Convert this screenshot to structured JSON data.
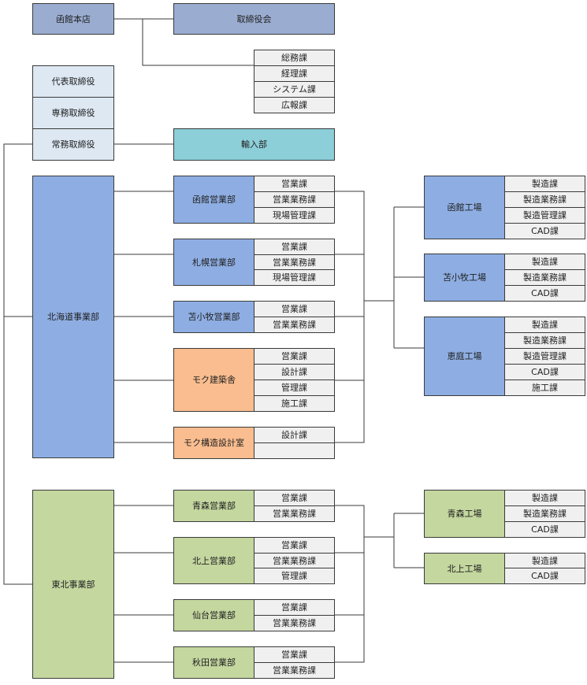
{
  "top": {
    "head_office": "函館本店",
    "board": "取締役会",
    "board_sections": [
      "総務課",
      "経理課",
      "システム課",
      "広報課"
    ]
  },
  "executives": [
    "代表取締役",
    "専務取締役",
    "常務取締役"
  ],
  "import_dept": "輸入部",
  "hokkaido": {
    "name": "北海道事業部",
    "offices": [
      {
        "name": "函館営業部",
        "sections": [
          "営業課",
          "営業業務課",
          "現場管理課"
        ]
      },
      {
        "name": "札幌営業部",
        "sections": [
          "営業課",
          "営業業務課",
          "現場管理課"
        ]
      },
      {
        "name": "苫小牧営業部",
        "sections": [
          "営業課",
          "営業業務課"
        ]
      },
      {
        "name": "モク建築舎",
        "sections": [
          "営業課",
          "設計課",
          "管理課",
          "施工課"
        ]
      },
      {
        "name": "モク構造設計室",
        "sections": [
          "設計課",
          ""
        ]
      }
    ],
    "factories": [
      {
        "name": "函館工場",
        "sections": [
          "製造課",
          "製造業務課",
          "製造管理課",
          "CAD課"
        ]
      },
      {
        "name": "苫小牧工場",
        "sections": [
          "製造課",
          "製造業務課",
          "CAD課"
        ]
      },
      {
        "name": "恵庭工場",
        "sections": [
          "製造課",
          "製造業務課",
          "製造管理課",
          "CAD課",
          "施工課"
        ]
      }
    ]
  },
  "tohoku": {
    "name": "東北事業部",
    "offices": [
      {
        "name": "青森営業部",
        "sections": [
          "営業課",
          "営業業務課"
        ]
      },
      {
        "name": "北上営業部",
        "sections": [
          "営業課",
          "営業業務課",
          "管理課"
        ]
      },
      {
        "name": "仙台営業部",
        "sections": [
          "営業課",
          "営業業務課"
        ]
      },
      {
        "name": "秋田営業部",
        "sections": [
          "営業課",
          "営業業務課"
        ]
      }
    ],
    "factories": [
      {
        "name": "青森工場",
        "sections": [
          "製造課",
          "製造業務課",
          "CAD課"
        ]
      },
      {
        "name": "北上工場",
        "sections": [
          "製造課",
          "CAD課"
        ]
      }
    ]
  },
  "colors": {
    "head_office": "#9aacd0",
    "executives": "#dde8f3",
    "import_dept": "#8ccfd9",
    "hokkaido": "#8eaee3",
    "moku": "#f9bd8f",
    "tohoku": "#c4d79f",
    "section_cell": "#f0f0f0",
    "line": "#3a3a3a"
  }
}
